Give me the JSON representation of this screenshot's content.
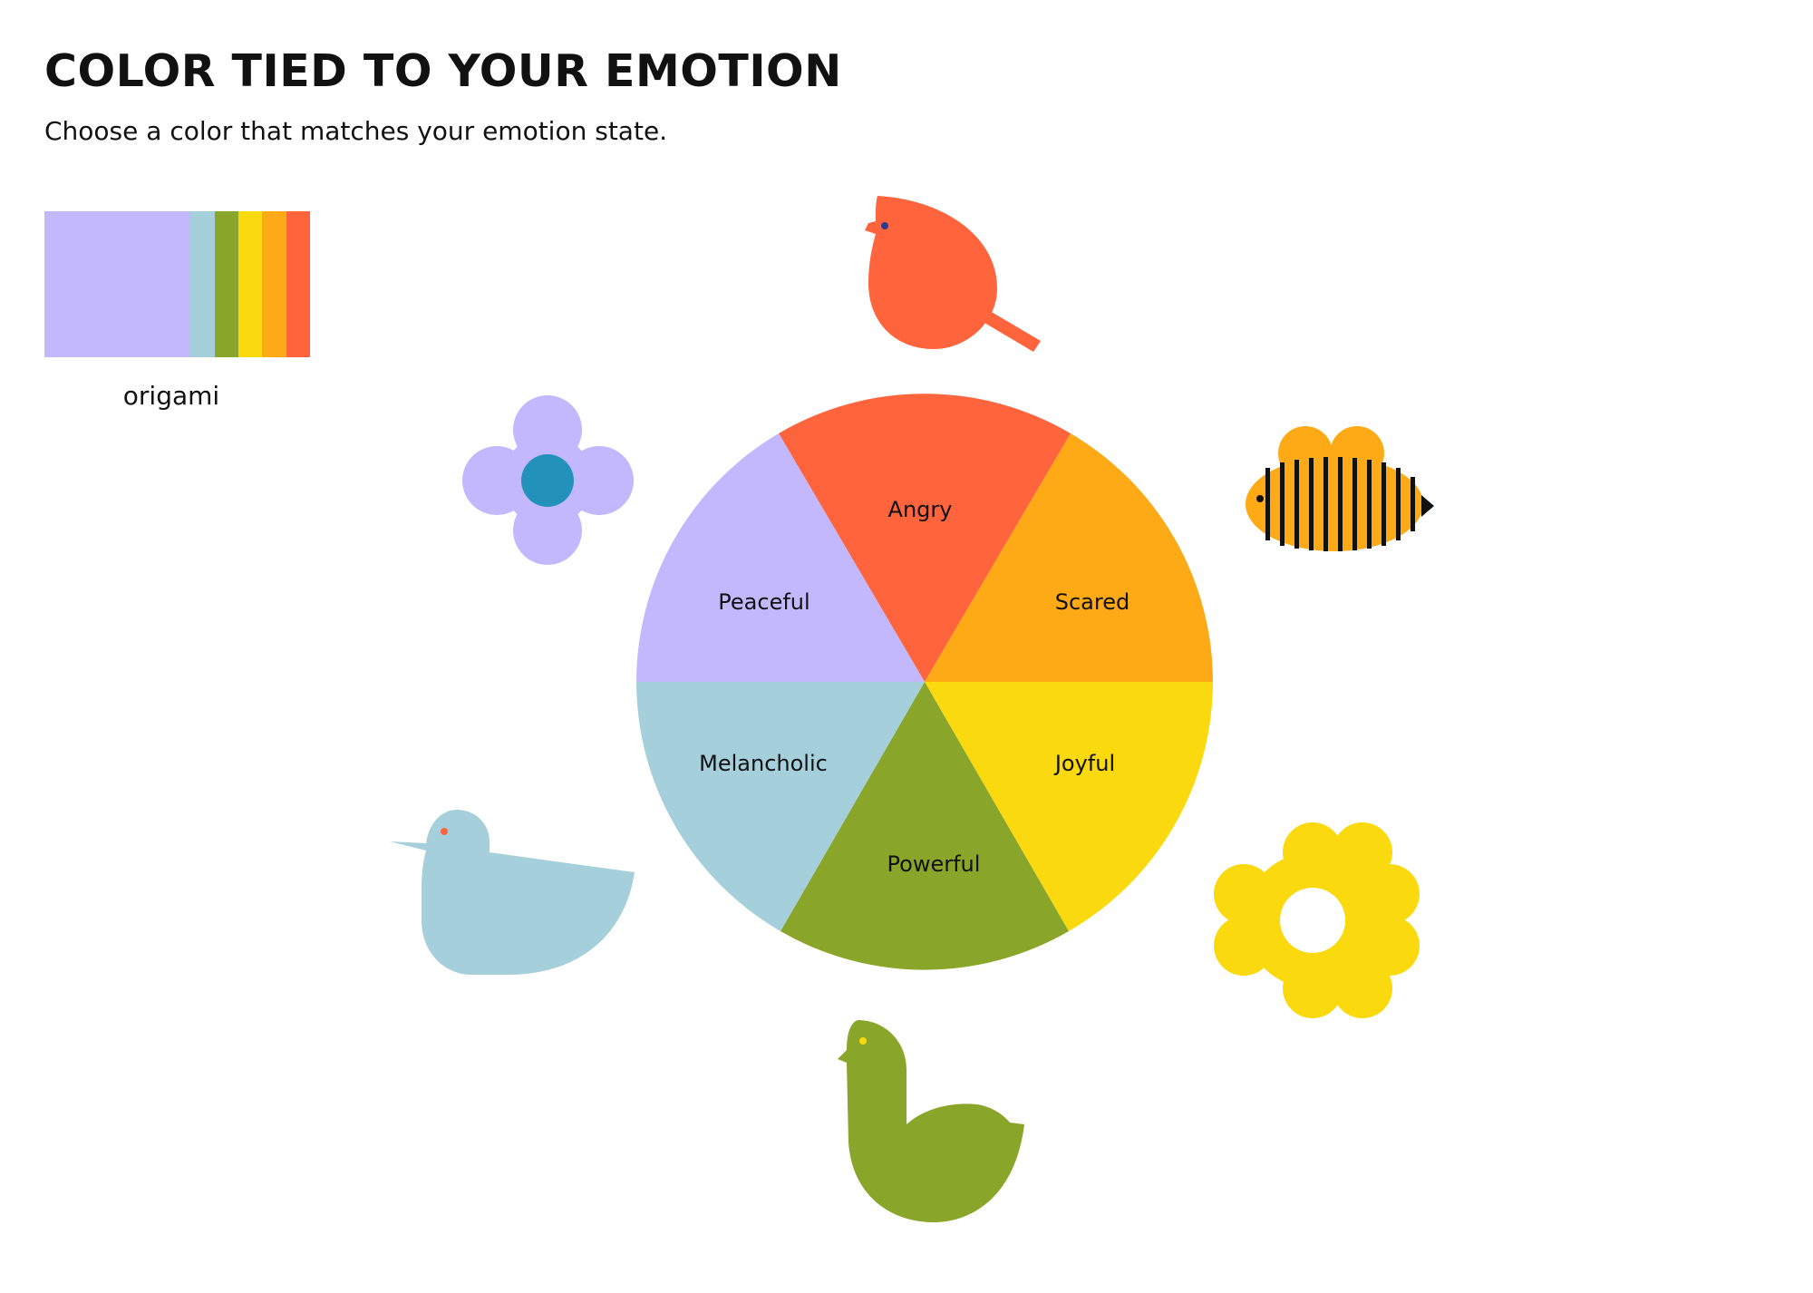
{
  "title": "COLOR TIED TO YOUR EMOTION",
  "subtitle": "Choose a color that matches your emotion state.",
  "palette": {
    "name": "origami",
    "swatches": [
      {
        "color": "#C3B8FD",
        "share": 0.55
      },
      {
        "color": "#A6CFDC",
        "share": 0.09
      },
      {
        "color": "#8AA62A",
        "share": 0.09
      },
      {
        "color": "#FBD90F",
        "share": 0.09
      },
      {
        "color": "#FEA916",
        "share": 0.09
      },
      {
        "color": "#FF643C",
        "share": 0.09
      }
    ]
  },
  "wheel": {
    "segments": [
      {
        "label": "Angry",
        "color": "#FF643C"
      },
      {
        "label": "Scared",
        "color": "#FEA916"
      },
      {
        "label": "Joyful",
        "color": "#FBD90F"
      },
      {
        "label": "Powerful",
        "color": "#8AA62A"
      },
      {
        "label": "Melancholic",
        "color": "#A6CFDC"
      },
      {
        "label": "Peaceful",
        "color": "#C3B8FD"
      }
    ]
  },
  "illustrations": [
    {
      "name": "orange-bird-icon",
      "color": "#FF643C"
    },
    {
      "name": "bee-icon",
      "color": "#FEA916"
    },
    {
      "name": "yellow-flower-icon",
      "color": "#FBD90F"
    },
    {
      "name": "green-bird-icon",
      "color": "#8AA62A"
    },
    {
      "name": "blue-bird-icon",
      "color": "#A6CFDC"
    },
    {
      "name": "purple-flower-icon",
      "color": "#C3B8FD"
    }
  ]
}
